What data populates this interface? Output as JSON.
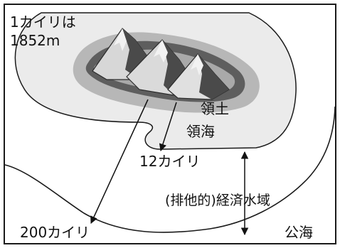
{
  "labels": {
    "unit_line1": "1カイリは",
    "unit_line2": "1852m",
    "territory": "領土",
    "territorial_sea": "領海",
    "twelve_nm": "12カイリ",
    "eez": "(排他的)経済水域",
    "two_hundred_nm": "200カイリ",
    "high_seas": "公海"
  },
  "colors": {
    "frame": "#1a1a1a",
    "eez_fill": "#ebebeb",
    "territorial_sea_fill": "#b7b7b7",
    "territory_fill": "#5e5e5e",
    "mountain_light": "#f2f2f2",
    "mountain_mid": "#a9a9a9",
    "mountain_dark": "#4a4a4a"
  }
}
